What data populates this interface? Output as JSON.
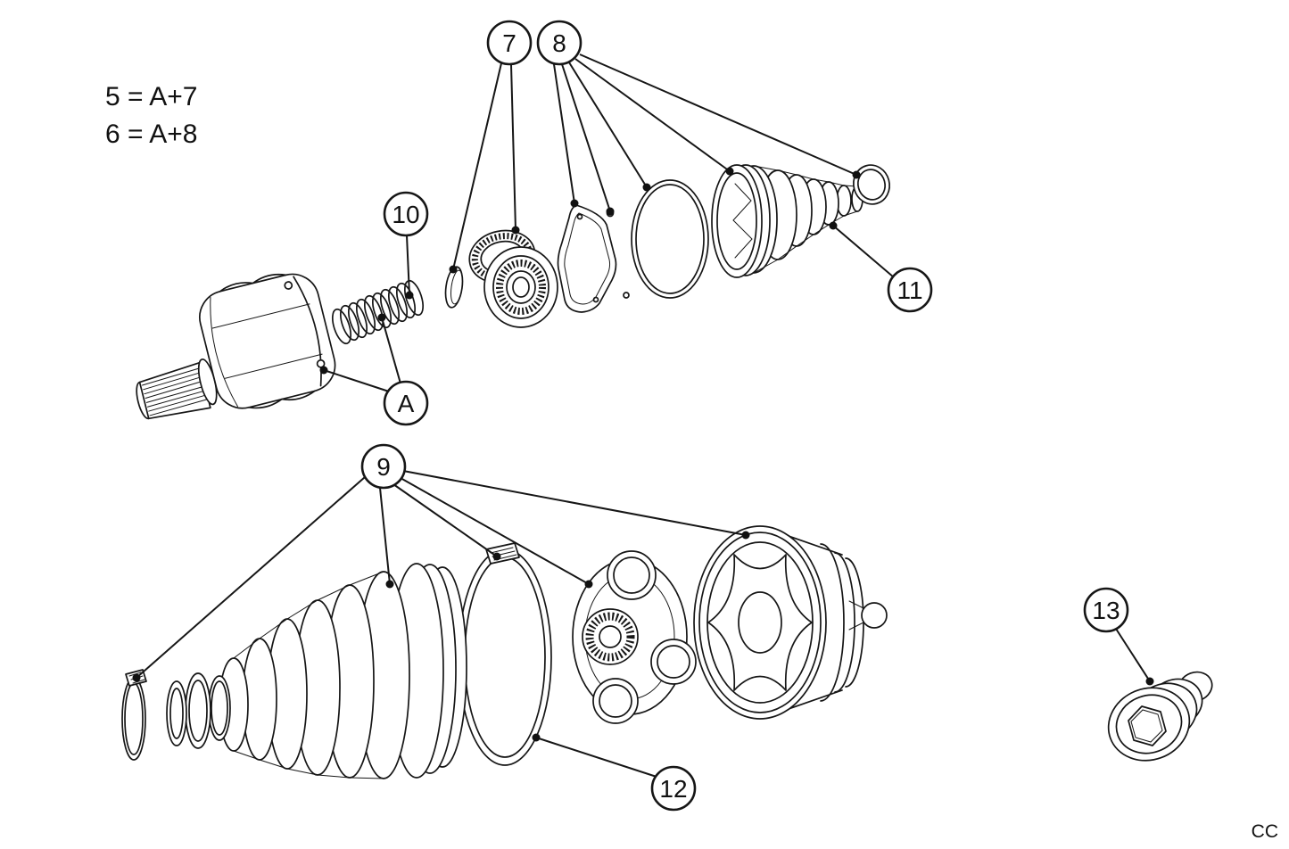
{
  "diagram": {
    "formulas": [
      {
        "text": "5 = A+7"
      },
      {
        "text": "6 = A+8"
      }
    ],
    "callouts": [
      {
        "label": "7"
      },
      {
        "label": "8"
      },
      {
        "label": "10"
      },
      {
        "label": "A"
      },
      {
        "label": "11"
      },
      {
        "label": "9"
      },
      {
        "label": "12"
      },
      {
        "label": "13"
      }
    ],
    "watermark": "CC",
    "colors": {
      "line": "#161616",
      "background": "#ffffff",
      "label": "#111111"
    }
  }
}
